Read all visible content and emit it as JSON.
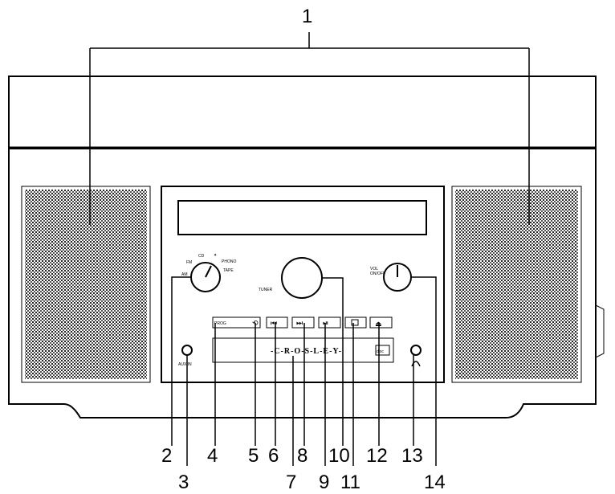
{
  "callouts": {
    "c1": "1",
    "c2": "2",
    "c3": "3",
    "c4": "4",
    "c5": "5",
    "c6": "6",
    "c7": "7",
    "c8": "8",
    "c9": "9",
    "c10": "10",
    "c11": "11",
    "c12": "12",
    "c13": "13",
    "c14": "14"
  },
  "panel_labels": {
    "am": "AM",
    "fm": "FM",
    "cd": "CD",
    "phono": "PHONO",
    "tape": "TAPE",
    "tuner": "TUNER",
    "vol": "VOL",
    "on_off": "ON/OFF",
    "aux_in": "AUX IN",
    "prog": "PROG",
    "brand": "-C-R-O-S-L-E-Y-",
    "disc_logo": "disc"
  }
}
